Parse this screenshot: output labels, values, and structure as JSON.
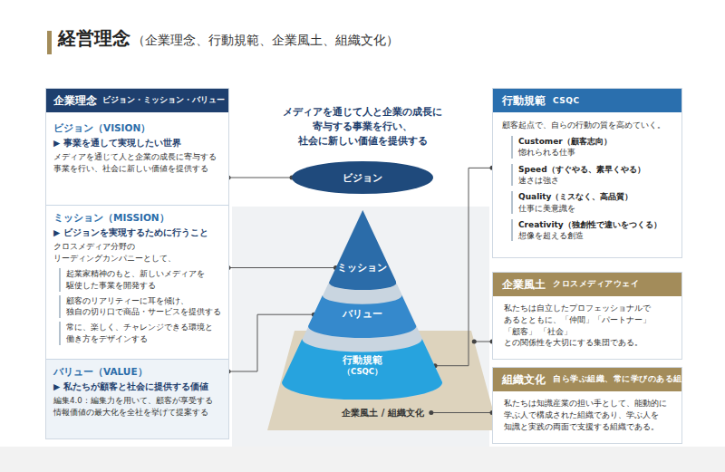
{
  "diagram": {
    "title": "経営理念",
    "nodes": [
      {
        "text": [
          "企業理念",
          "ビジョン・ミッション・バリュー"
        ]
      },
      {
        "text": [
          "ビジョン（VISION）",
          "▶ 事業を通して実現したい世界",
          "メディアを通じて人と企業の成長に寄与する 事業を行い、社会に新しい価値を提供する"
        ],
        "in": 0
      },
      {
        "text": [
          "ミッション（MISSION）",
          "▶ ビジョンを実現するために行うこと",
          "クロスメディア分野の リーディングカンパニーとして、",
          "起業家精神のもと、新しいメディアを 駆使した事業を開発する",
          "顧客のリアリティーに耳を傾け、 独自の切り口で商品・サービスを提供する",
          "常に、楽しく、チャレンジできる環境と 働き方をデザインする"
        ],
        "in": 0
      },
      {
        "text": [
          "バリュー（VALUE）",
          "▶ 私たちが顧客と社会に提供する価値",
          "編集4.0：編集力を用いて、顧客が享受する 情報価値の最大化を全社を挙げて提案する"
        ],
        "in": 0
      },
      {
        "text": [
          "ビジョン"
        ]
      },
      {
        "text": [
          "ミッション"
        ]
      },
      {
        "text": [
          "バリュー"
        ]
      },
      {
        "text": [
          "行動規範",
          "（CSQC）"
        ]
      },
      {
        "text": [
          "企業風土 / 組織文化"
        ]
      },
      {
        "text": [
          "行動規範",
          "CSQC",
          "顧客起点で、自らの行動の質を高めていく。",
          "Customer（顧客志向）",
          "惚れられる仕事",
          "Speed（すぐやる、素早くやる）",
          "速さは強さ",
          "Quality（ミスなく、高品質）",
          "仕事に美意識を",
          "Creativity（独創性で違いをつくる）",
          "想像を超える創造"
        ]
      },
      {
        "text": [
          "企業風土",
          "クロスメディアウェイ",
          "私たちは自立したプロフェッショナルで あるとともに、「仲間」「パートナー」「顧客」 「社会」との関係性を大切にする集団である。"
        ]
      },
      {
        "text": [
          "組織文化",
          "自ら学ぶ組織、常に学びのある組織",
          "私たちは知識産業の担い手として、能動的に 学ぶ人で構成された組織であり、学ぶ人を 知識と実践の両面で支援する組織である。"
        ]
      }
    ],
    "edges": [
      {
        "from": 1,
        "to": 4,
        "arrow": "none"
      },
      {
        "from": 2,
        "to": 5,
        "arrow": "none"
      },
      {
        "from": 3,
        "to": 6,
        "arrow": "none"
      },
      {
        "from": 9,
        "to": 7,
        "arrow": "none"
      },
      {
        "from": 10,
        "to": 8,
        "arrow": "none"
      },
      {
        "from": 11,
        "to": 8,
        "arrow": "none"
      }
    ],
    "labels": [
      "（企業理念、行動規範、企業風土、組織文化）",
      "メディアを通じて人と企業の成長に 寄与する事業を行い、 社会に新しい価値を提供する"
    ]
  }
}
